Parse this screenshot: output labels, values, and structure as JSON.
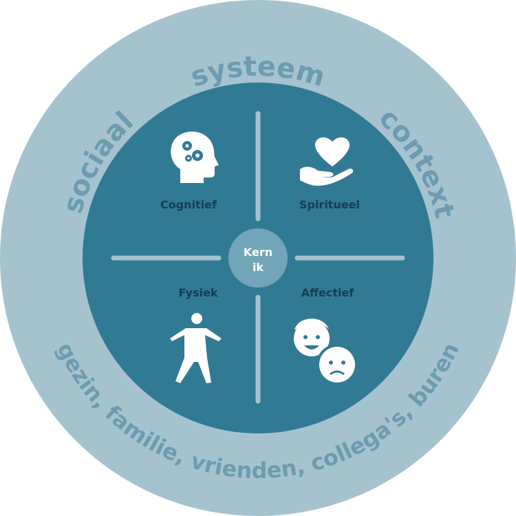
{
  "outer_ring": {
    "top_words": [
      "sociaal",
      "systeem",
      "context"
    ],
    "bottom_text": "gezin, familie, vrienden, collega's, buren"
  },
  "quadrants": [
    {
      "label": "Cognitief",
      "icon": "head-gears-icon"
    },
    {
      "label": "Spiritueel",
      "icon": "heart-hand-icon"
    },
    {
      "label": "Fysiek",
      "icon": "human-figure-icon"
    },
    {
      "label": "Affectief",
      "icon": "emotion-faces-icon"
    }
  ],
  "core": {
    "line1": "Kern",
    "line2": "ik"
  },
  "colors": {
    "outer_ring": "#a5c3ce",
    "inner_circle": "#317a94",
    "core": "#72a5b8",
    "ring_text": "#6d9cb1",
    "label_text": "#143f52",
    "icon": "#ffffff",
    "divider": "#a5c3ce"
  }
}
